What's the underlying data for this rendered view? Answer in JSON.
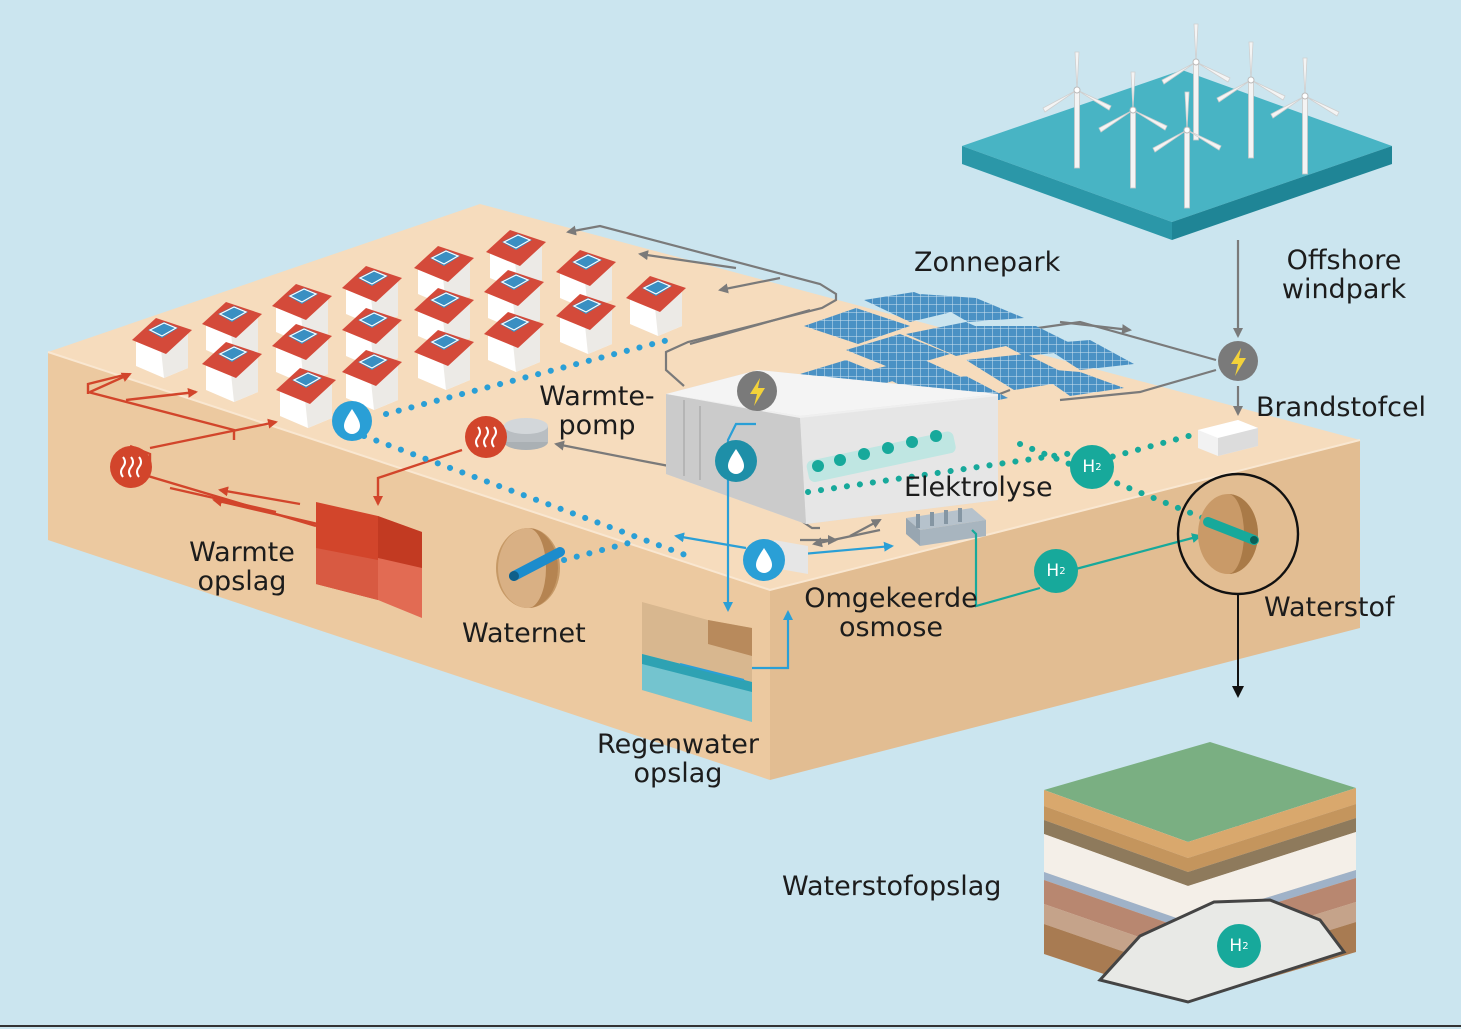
{
  "colors": {
    "background": "#cbe5ef",
    "ground_top": "#f6dcbd",
    "ground_side": "#e6c59b",
    "heat": "#d2452b",
    "water": "#2a9fd6",
    "hydrogen": "#17a99b",
    "electric": "#7a7a7a",
    "sea": "#2ea2b3"
  },
  "labels": {
    "zonnepark": "Zonnepark",
    "offshore_line1": "Offshore",
    "offshore_line2": "windpark",
    "brandstofcel": "Brandstofcel",
    "warmtepomp_line1": "Warmte-",
    "warmtepomp_line2": "pomp",
    "elektrolyse": "Elektrolyse",
    "warmte_opslag_line1": "Warmte",
    "warmte_opslag_line2": "opslag",
    "waternet": "Waternet",
    "omgekeerde_line1": "Omgekeerde",
    "omgekeerde_line2": "osmose",
    "waterstof": "Waterstof",
    "regenwater_line1": "Regenwater",
    "regenwater_line2": "opslag",
    "waterstofopslag": "Waterstofopslag"
  },
  "badges": {
    "h2_main": "H",
    "h2_sub": "2"
  },
  "icons": [
    "lightning-icon",
    "water-drop-icon",
    "heat-icon",
    "hydrogen-icon",
    "wind-turbine-icon",
    "solar-panel-icon",
    "house-icon"
  ]
}
